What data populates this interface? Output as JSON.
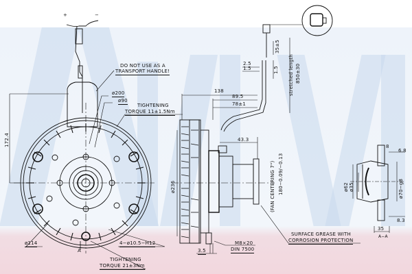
{
  "drawing": {
    "subject": "Viscous fan clutch technical drawing",
    "watermark_color": "#c9d8ec",
    "bottom_band_color": "#f2d7de",
    "line_color": "#111111"
  },
  "front_view": {
    "terminal_plus": "+",
    "terminal_minus": "−",
    "warning_line1": "DO NOT USE AS A",
    "warning_line2": "TRANSPORT HANDLE!",
    "dia_200": "ø200",
    "dia_90": "ø90",
    "torque_top_line1": "TIGHTENING",
    "torque_top_line2": "TORQUE 11±1.5Nm",
    "height_172": "172.4",
    "dia_114": "ø114",
    "holes": "4−ø10.5−H12",
    "section_mark": "A",
    "torque_bottom_line1": "TIGHTENING",
    "torque_bottom_line2": "TORQUE 21±3Nm"
  },
  "side_view": {
    "dim_138": "138",
    "dim_89_5": "89.5",
    "dim_78": "78±1",
    "dim_43_3": "43.3",
    "dia_236": "ø236",
    "fan_centering": "(FAN CENTERING 7\")",
    "dim_180": "180−0.09/−0.13",
    "dim_2_5": "2.5",
    "dim_1_5_a": "1.5",
    "dim_1_5_b": "1.5",
    "dim_35": "35±5",
    "stretched_line1": "stretched length",
    "stretched_line2": "850±30",
    "bolt_line1": "M8×20",
    "bolt_line2": "DIN 7500",
    "dim_3_5": "3.5",
    "grease_line1": "SURFACE GREASE WITH",
    "grease_line2": "CORROSION PROTECTION"
  },
  "section_view": {
    "dim_8": "8",
    "dim_6_8": "6.8",
    "dia_62": "ø62",
    "dia_35": "ø35",
    "dia_70": "ø70−g8",
    "dim_8_3": "8.3",
    "dim_35": "35",
    "title": "A−A"
  }
}
